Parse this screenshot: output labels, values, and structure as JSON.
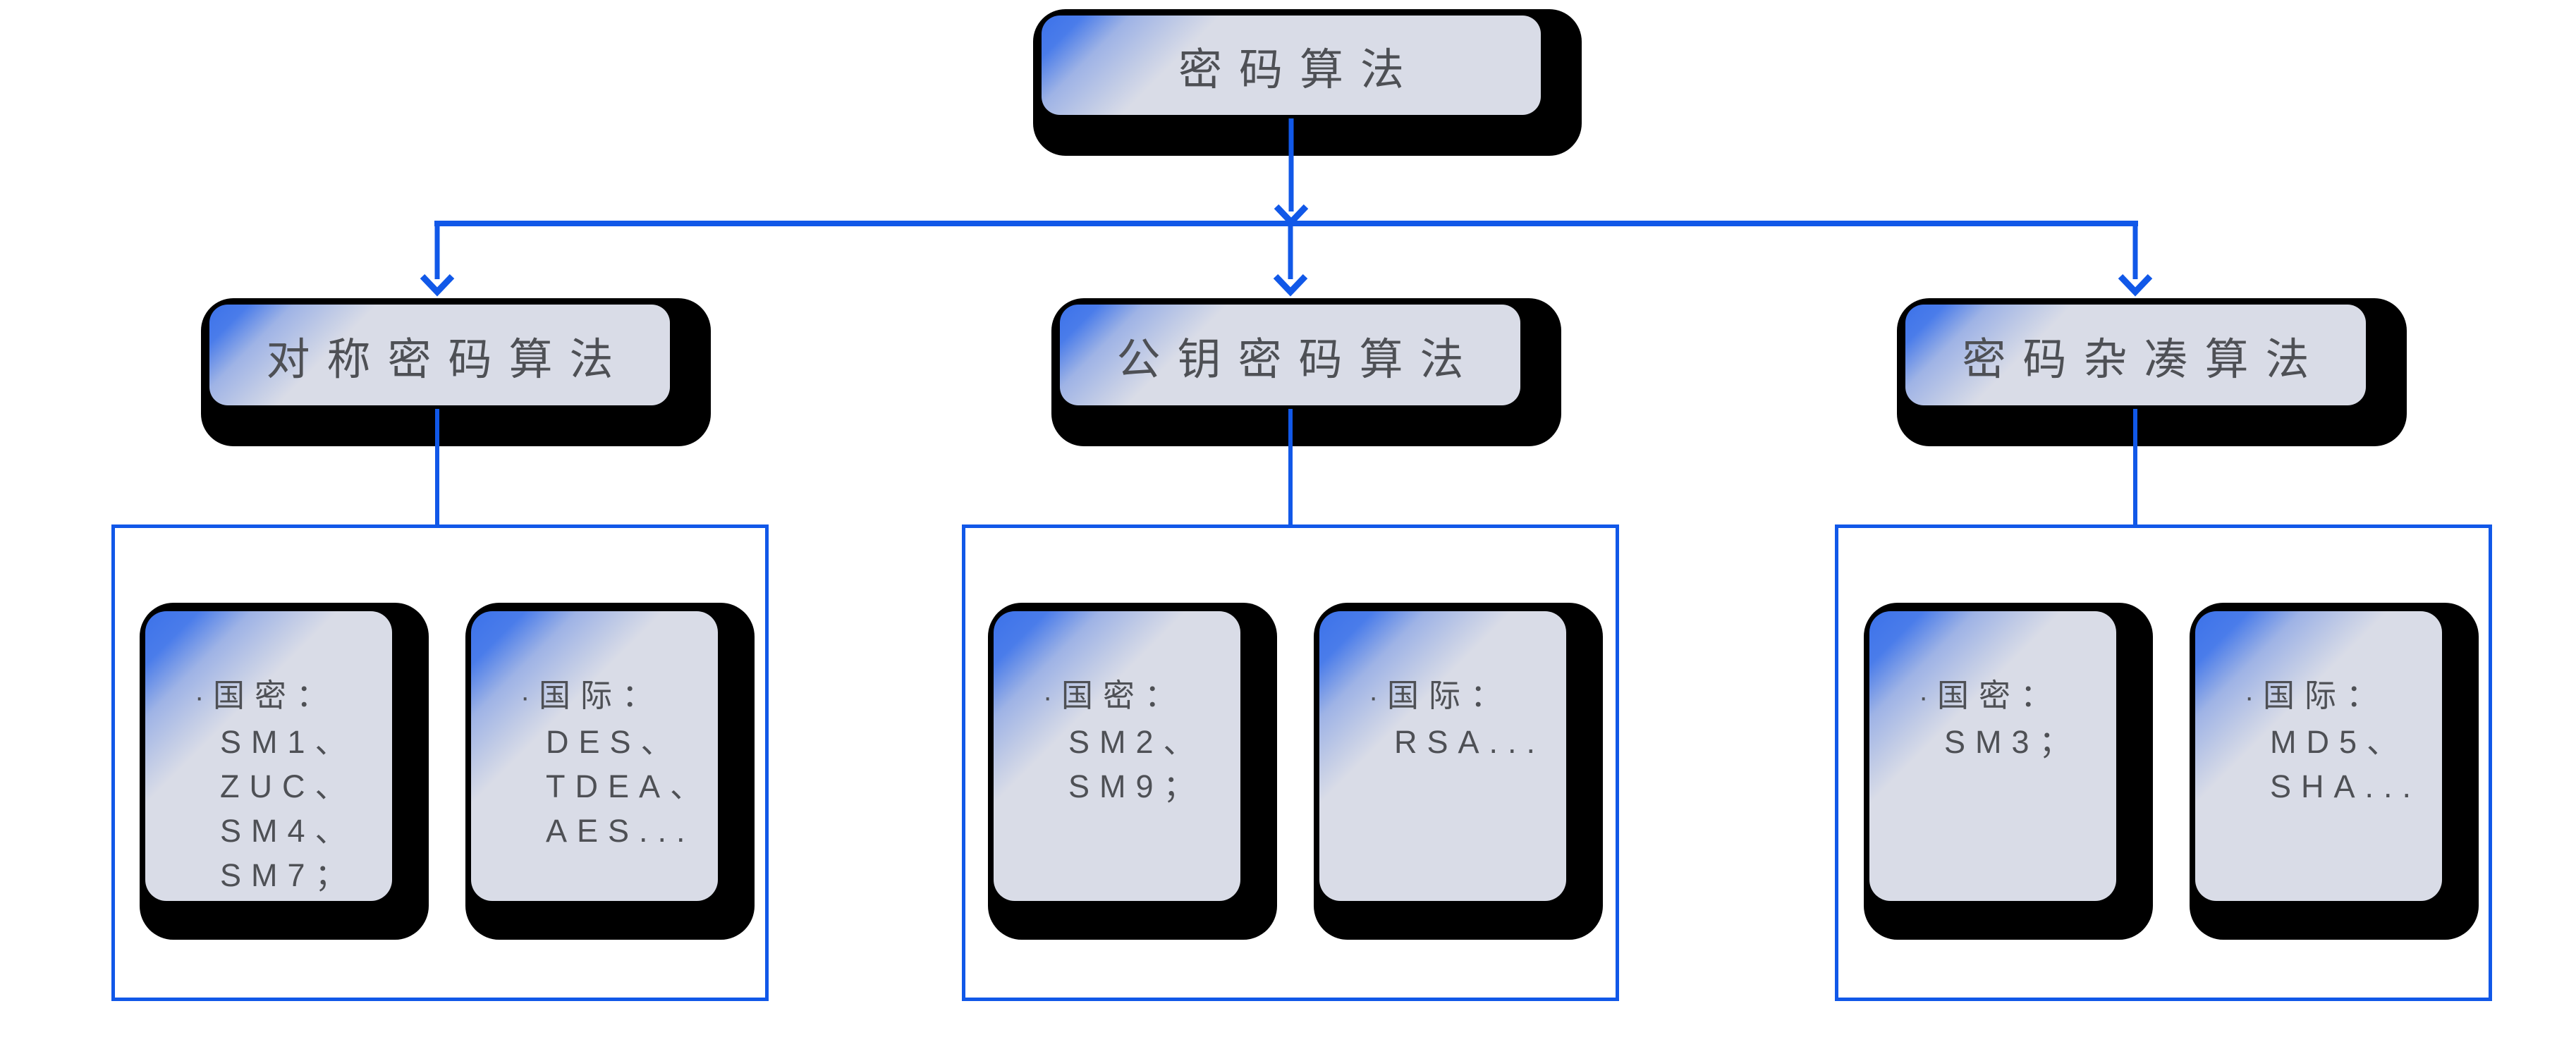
{
  "diagram": {
    "bullet": "·",
    "root": {
      "label": "密码算法"
    },
    "branches": [
      {
        "label": "对称密码算法",
        "cards": [
          {
            "lines": [
              "国密：",
              "SM1、",
              "ZUC、",
              "SM4、",
              "SM7；"
            ]
          },
          {
            "lines": [
              "国际：",
              "DES、",
              "TDEA、",
              "AES..."
            ]
          }
        ]
      },
      {
        "label": "公钥密码算法",
        "cards": [
          {
            "lines": [
              "国密：",
              "SM2、",
              "SM9；"
            ]
          },
          {
            "lines": [
              "国际：",
              "RSA..."
            ]
          }
        ]
      },
      {
        "label": "密码杂凑算法",
        "cards": [
          {
            "lines": [
              "国密：",
              "SM3；"
            ]
          },
          {
            "lines": [
              "国际：",
              "MD5、",
              "SHA..."
            ]
          }
        ]
      }
    ],
    "colors": {
      "connector_blue": "#1158E8",
      "corner_blue": "#3C72E9",
      "card_fill": "#D9DCE7",
      "shadow_black": "#000000",
      "text_gray": "#4E5055"
    }
  }
}
